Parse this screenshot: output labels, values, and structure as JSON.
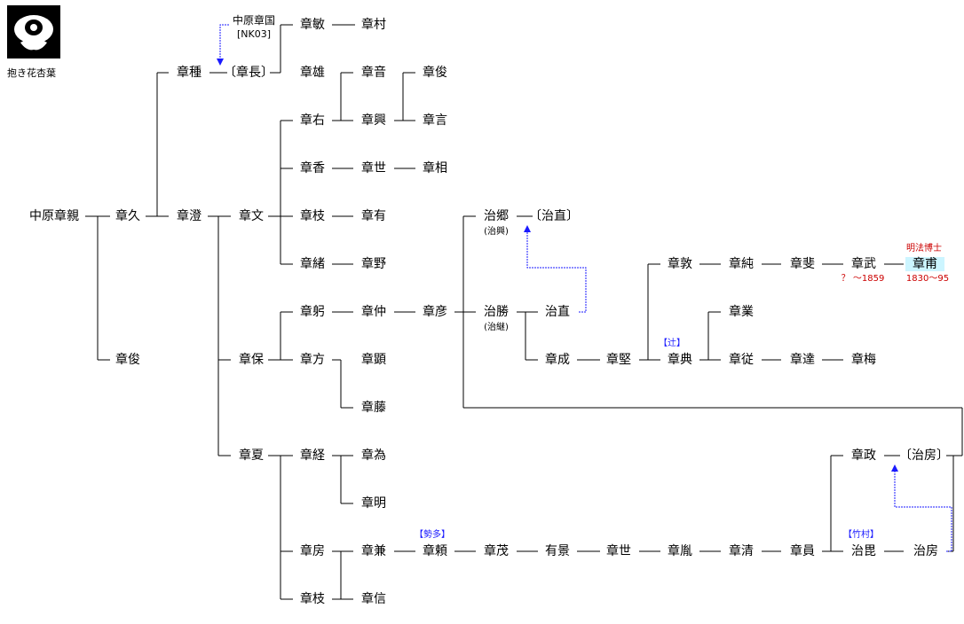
{
  "crest": {
    "label": "抱き花杏葉"
  },
  "names": {
    "akichika": "中原章親",
    "akihisa": "章久",
    "akishun_top": "章俊",
    "akitane": "章種",
    "akinaga": "〔章長〕",
    "akikuni_1": "中原章国",
    "akikuni_2": "[NK03]",
    "akitoshi_b": "章敏",
    "akimura": "章村",
    "akio": "章雄",
    "akioto": "章音",
    "akishun_r": "章俊",
    "akiyu": "章右",
    "akioki": "章興",
    "akigon": "章言",
    "akika": "章香",
    "akiyo": "章世",
    "akiso": "章相",
    "akizumi": "章澄",
    "akifumi": "章文",
    "akieda1": "章枝",
    "akiari": "章有",
    "akio2": "章緒",
    "akino": "章野",
    "akiyasu": "章保",
    "akimi": "章躬",
    "akinaka": "章仲",
    "akihiko": "章彦",
    "akikata": "章方",
    "akiaki": "章顕",
    "akifuji": "章藤",
    "akinatsu": "章夏",
    "akitsune": "章経",
    "akitame": "章為",
    "akiakira": "章明",
    "akifusa": "章房",
    "akikane": "章兼",
    "akiyori": "章頼",
    "akishige": "章茂",
    "arikage": "有景",
    "akiyo2": "章世",
    "akitsugu": "章胤",
    "akikiyo": "章清",
    "akikazu": "章員",
    "haruhira": "治毘",
    "harufusa": "治房",
    "akieda2": "章枝",
    "akinobu": "章信",
    "harusato": "治郷",
    "harusato_sub": "(治興)",
    "harunao_b": "〔治直〕",
    "harukatsu": "治勝",
    "harukatsu_sub": "(治継)",
    "harunao": "治直",
    "akinari": "章成",
    "akikata2": "章堅",
    "akinori": "章典",
    "akinari2": "章業",
    "akiyori2": "章従",
    "akitatsu": "章達",
    "akiume": "章梅",
    "akiatsu": "章敦",
    "akijun": "章純",
    "akihi": "章斐",
    "akitake": "章武",
    "akisuke": "章甫",
    "akimasa": "章政",
    "harufusa_b": "〔治房〕"
  },
  "notes": {
    "seta": "【勢多】",
    "tsuji": "【辻】",
    "takemura": "【竹村】",
    "myobo": "明法博士",
    "akitake_years": "？ ～1859",
    "akisuke_years": "1830～95"
  },
  "colors": {
    "line": "#000000",
    "adopt": "#1a1aff",
    "note_red": "#cc0000",
    "highlight": "#ccf5ff"
  }
}
